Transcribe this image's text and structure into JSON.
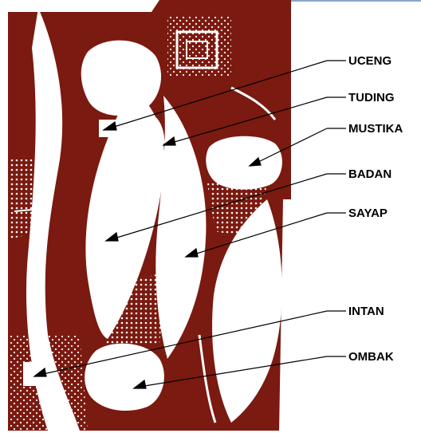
{
  "diagram": {
    "colors": {
      "pattern": "#7a1a10",
      "background": "#ffffff",
      "callout_line": "#000000"
    },
    "labels": [
      {
        "id": "uceng",
        "text": "UCENG"
      },
      {
        "id": "tuding",
        "text": "TUDING"
      },
      {
        "id": "mustika",
        "text": "MUSTIKA"
      },
      {
        "id": "badan",
        "text": "BADAN"
      },
      {
        "id": "sayap",
        "text": "SAYAP"
      },
      {
        "id": "intan",
        "text": "INTAN"
      },
      {
        "id": "ombak",
        "text": "OMBAK"
      }
    ]
  }
}
